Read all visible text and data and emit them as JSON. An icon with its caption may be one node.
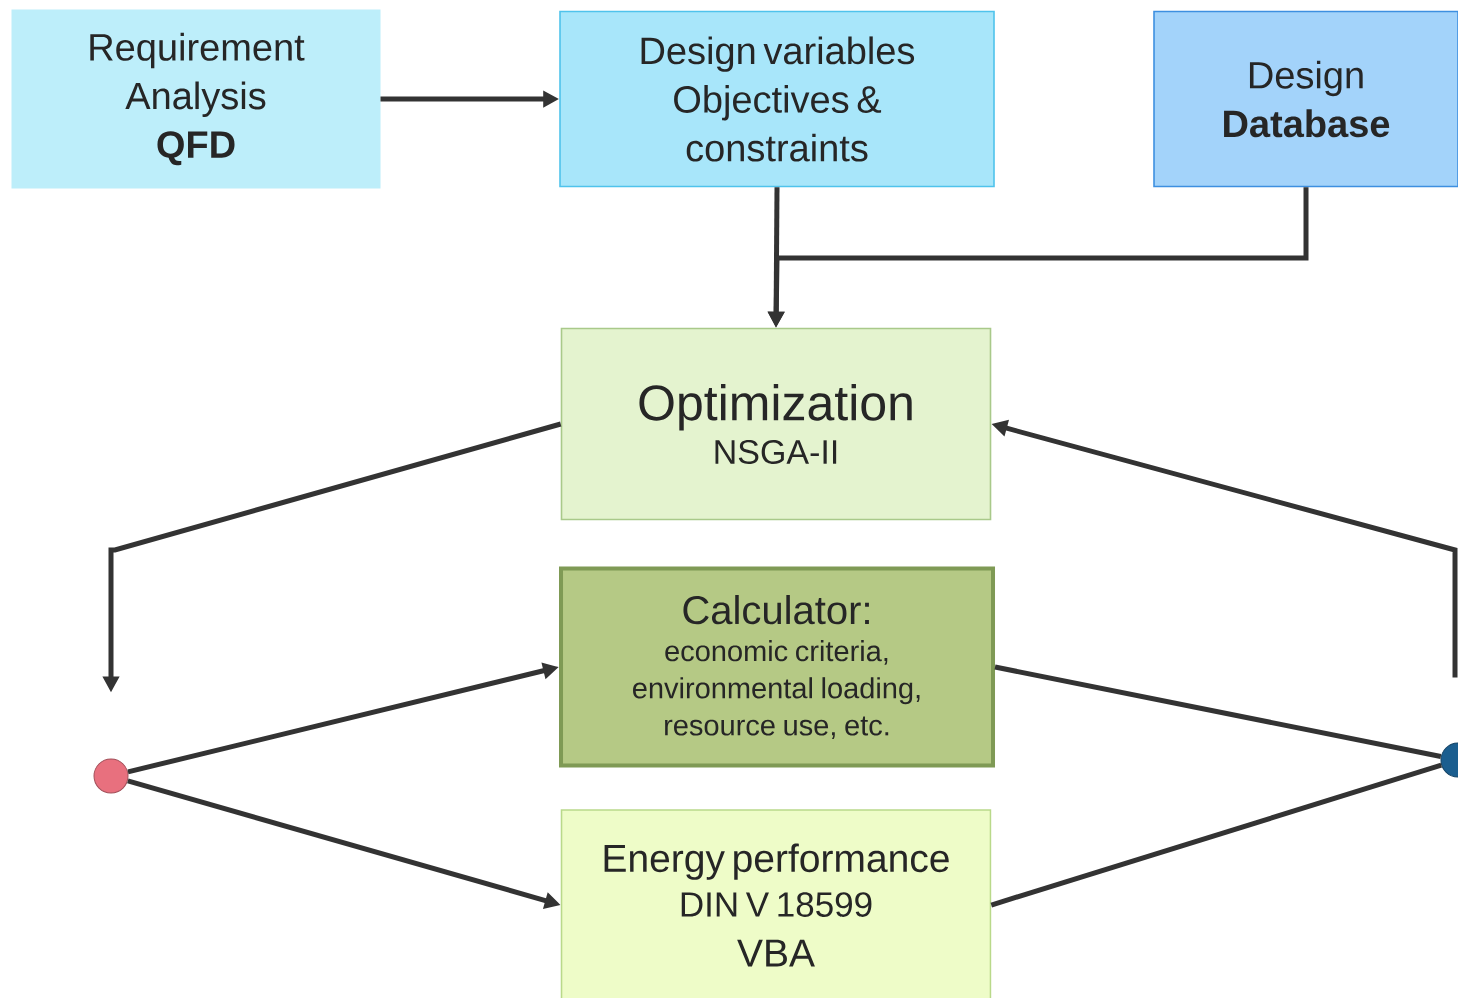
{
  "diagram": {
    "nodes": [
      {
        "text": [
          "Requirement Analysis",
          "QFD"
        ]
      },
      {
        "text": [
          "Design variables Objectives & constraints"
        ]
      },
      {
        "text": [
          "Design",
          "Database"
        ]
      },
      {
        "text": [
          "Optimization",
          "NSGA-II"
        ]
      },
      {
        "text": [
          "Calculator:",
          "economic criteria, environmental loading, resource use, etc."
        ]
      },
      {
        "text": [
          "Energy performance",
          "DIN V 18599",
          "VBA"
        ]
      },
      {
        "text": [],
        "shape": "circle"
      },
      {
        "text": [],
        "shape": "circle"
      }
    ],
    "edges": [
      {
        "from": 0,
        "to": 1,
        "arrow": "to"
      },
      {
        "from": 1,
        "to": 3,
        "arrow": "to"
      },
      {
        "from": 2,
        "to": 3,
        "arrow": "to"
      },
      {
        "from": 3,
        "to": 6,
        "arrow": "to"
      },
      {
        "from": 6,
        "to": 4,
        "arrow": "to"
      },
      {
        "from": 6,
        "to": 5,
        "arrow": "to"
      },
      {
        "from": 4,
        "to": 7,
        "arrow": "none"
      },
      {
        "from": 5,
        "to": 7,
        "arrow": "none"
      },
      {
        "from": 7,
        "to": 3,
        "arrow": "to"
      }
    ]
  }
}
